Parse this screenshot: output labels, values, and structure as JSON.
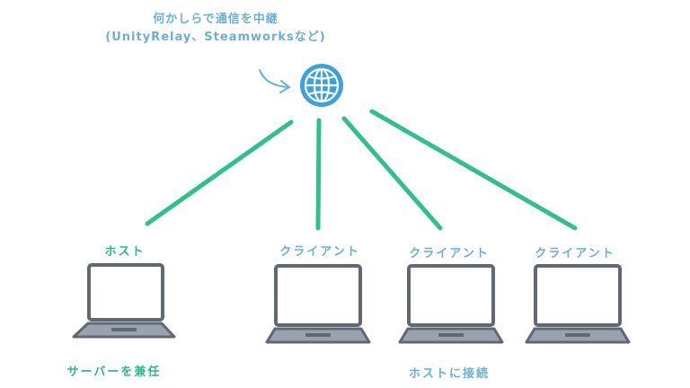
{
  "relay": {
    "note_line1": "何かしらで通信を中継",
    "note_line2": "(UnityRelay、Steamworksなど)",
    "icon": "globe-icon"
  },
  "nodes": [
    {
      "label": "ホスト",
      "role_note": "サーバーを兼任",
      "color": "#2bb88a",
      "note_color": "#2bb88a"
    },
    {
      "label": "クライアント",
      "role_note": "",
      "color": "#6ab0d6"
    },
    {
      "label": "クライアント",
      "role_note": "ホストに接続",
      "color": "#6ab0d6",
      "note_color": "#6ab0d6"
    },
    {
      "label": "クライアント",
      "role_note": "",
      "color": "#6ab0d6"
    }
  ],
  "colors": {
    "connection": "#2fc08c",
    "globe": "#3ca1dc",
    "arrow": "#6ab0d6"
  }
}
